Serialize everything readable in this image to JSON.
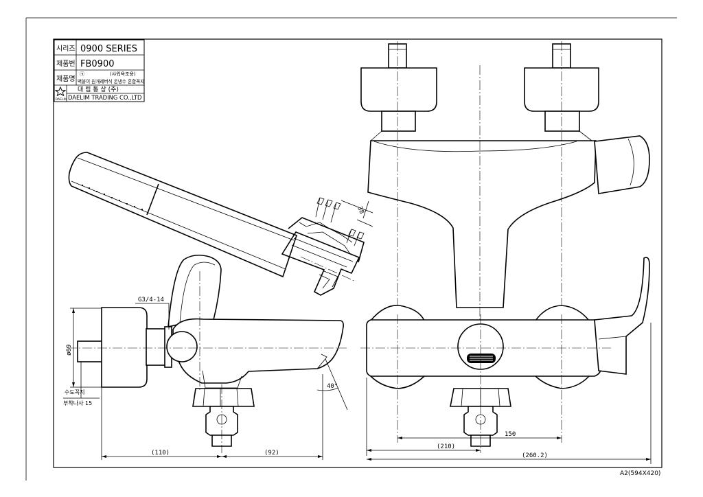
{
  "title_block": {
    "series_label": "시리즈",
    "series_value": "0900  SERIES",
    "product_no_label": "제품번",
    "product_no_value": "FB0900",
    "product_name_label": "제품명",
    "product_name_mark": "㉠",
    "product_name_sub": "(샤워욕조용)",
    "product_name_value": "벽붙이 원개레버식 온냉수 혼합꼭지",
    "company_kr": "대  림  통  상   (주)",
    "company_en": "DAELIM  TRADING  CO.,LTD",
    "logo_text": "DAELIM"
  },
  "dimensions": {
    "thread": "G3/4-14",
    "dia": "ø69",
    "spout_label_1": "수도꼭지",
    "spout_label_2": "부착나사  15",
    "angle": "40°",
    "len_110": "(110)",
    "len_92": "(92)",
    "len_38": "38",
    "len_150": "150",
    "len_210": "(210)",
    "len_260": "(260.2)"
  },
  "sheet_size": "A2(594X420)"
}
